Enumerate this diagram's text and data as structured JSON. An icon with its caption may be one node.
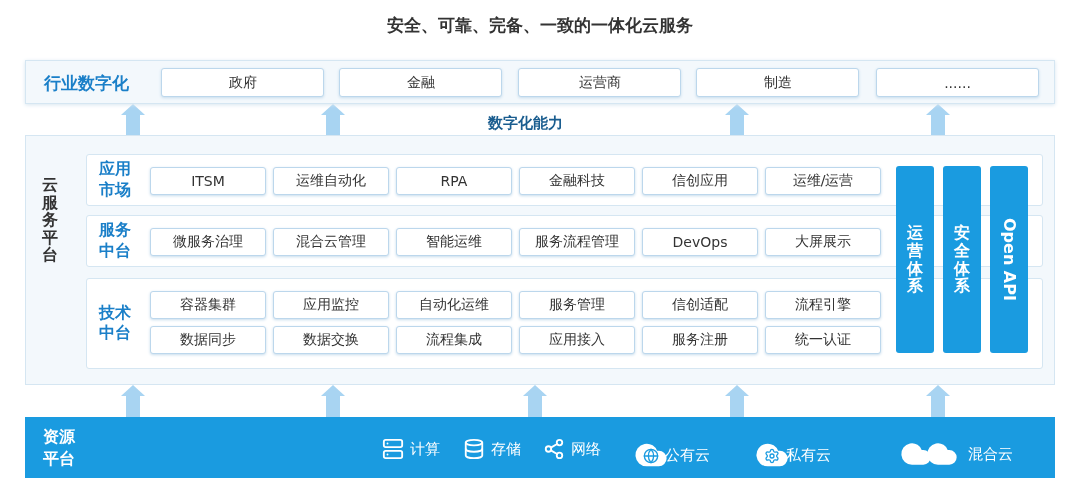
{
  "diagram": {
    "title": "安全、可靠、完备、一致的一体化云服务",
    "nodes": [
      {
        "text": [
          "行业数字化"
        ]
      },
      {
        "text": [
          "政府"
        ],
        "in": 0
      },
      {
        "text": [
          "金融"
        ],
        "in": 0
      },
      {
        "text": [
          "运营商"
        ],
        "in": 0
      },
      {
        "text": [
          "制造"
        ],
        "in": 0
      },
      {
        "text": [
          "......"
        ],
        "in": 0
      },
      {
        "text": [
          "云服务平台"
        ]
      },
      {
        "text": [
          "应用市场"
        ],
        "in": 6
      },
      {
        "text": [
          "ITSM"
        ],
        "in": 7
      },
      {
        "text": [
          "运维自动化"
        ],
        "in": 7
      },
      {
        "text": [
          "RPA"
        ],
        "in": 7
      },
      {
        "text": [
          "金融科技"
        ],
        "in": 7
      },
      {
        "text": [
          "信创应用"
        ],
        "in": 7
      },
      {
        "text": [
          "运维/运营"
        ],
        "in": 7
      },
      {
        "text": [
          "服务中台"
        ],
        "in": 6
      },
      {
        "text": [
          "微服务治理"
        ],
        "in": 14
      },
      {
        "text": [
          "混合云管理"
        ],
        "in": 14
      },
      {
        "text": [
          "智能运维"
        ],
        "in": 14
      },
      {
        "text": [
          "服务流程管理"
        ],
        "in": 14
      },
      {
        "text": [
          "DevOps"
        ],
        "in": 14
      },
      {
        "text": [
          "大屏展示"
        ],
        "in": 14
      },
      {
        "text": [
          "技术中台"
        ],
        "in": 6
      },
      {
        "text": [
          "容器集群"
        ],
        "in": 21
      },
      {
        "text": [
          "应用监控"
        ],
        "in": 21
      },
      {
        "text": [
          "自动化运维"
        ],
        "in": 21
      },
      {
        "text": [
          "服务管理"
        ],
        "in": 21
      },
      {
        "text": [
          "信创适配"
        ],
        "in": 21
      },
      {
        "text": [
          "流程引擎"
        ],
        "in": 21
      },
      {
        "text": [
          "数据同步"
        ],
        "in": 21
      },
      {
        "text": [
          "数据交换"
        ],
        "in": 21
      },
      {
        "text": [
          "流程集成"
        ],
        "in": 21
      },
      {
        "text": [
          "应用接入"
        ],
        "in": 21
      },
      {
        "text": [
          "服务注册"
        ],
        "in": 21
      },
      {
        "text": [
          "统一认证"
        ],
        "in": 21
      },
      {
        "text": [
          "运营体系"
        ],
        "in": 6
      },
      {
        "text": [
          "安全体系"
        ],
        "in": 6
      },
      {
        "text": [
          "Open API"
        ],
        "in": 6
      },
      {
        "text": [
          "资源平台"
        ]
      }
    ],
    "edges": [
      {
        "from": 37,
        "to": 6,
        "arrow": "to"
      },
      {
        "from": 37,
        "to": 6,
        "arrow": "to"
      },
      {
        "from": 37,
        "to": 6,
        "arrow": "to"
      },
      {
        "from": 37,
        "to": 6,
        "arrow": "to"
      },
      {
        "from": 37,
        "to": 6,
        "arrow": "to"
      },
      {
        "from": 6,
        "to": 0,
        "arrow": "to"
      },
      {
        "from": 6,
        "to": 0,
        "arrow": "to"
      },
      {
        "from": 6,
        "to": 0,
        "arrow": "to"
      },
      {
        "from": 6,
        "to": 0,
        "arrow": "to"
      }
    ],
    "labels": [
      "数字化能力",
      "计算",
      "存储",
      "网络",
      "公有云",
      "私有云",
      "混合云"
    ]
  }
}
